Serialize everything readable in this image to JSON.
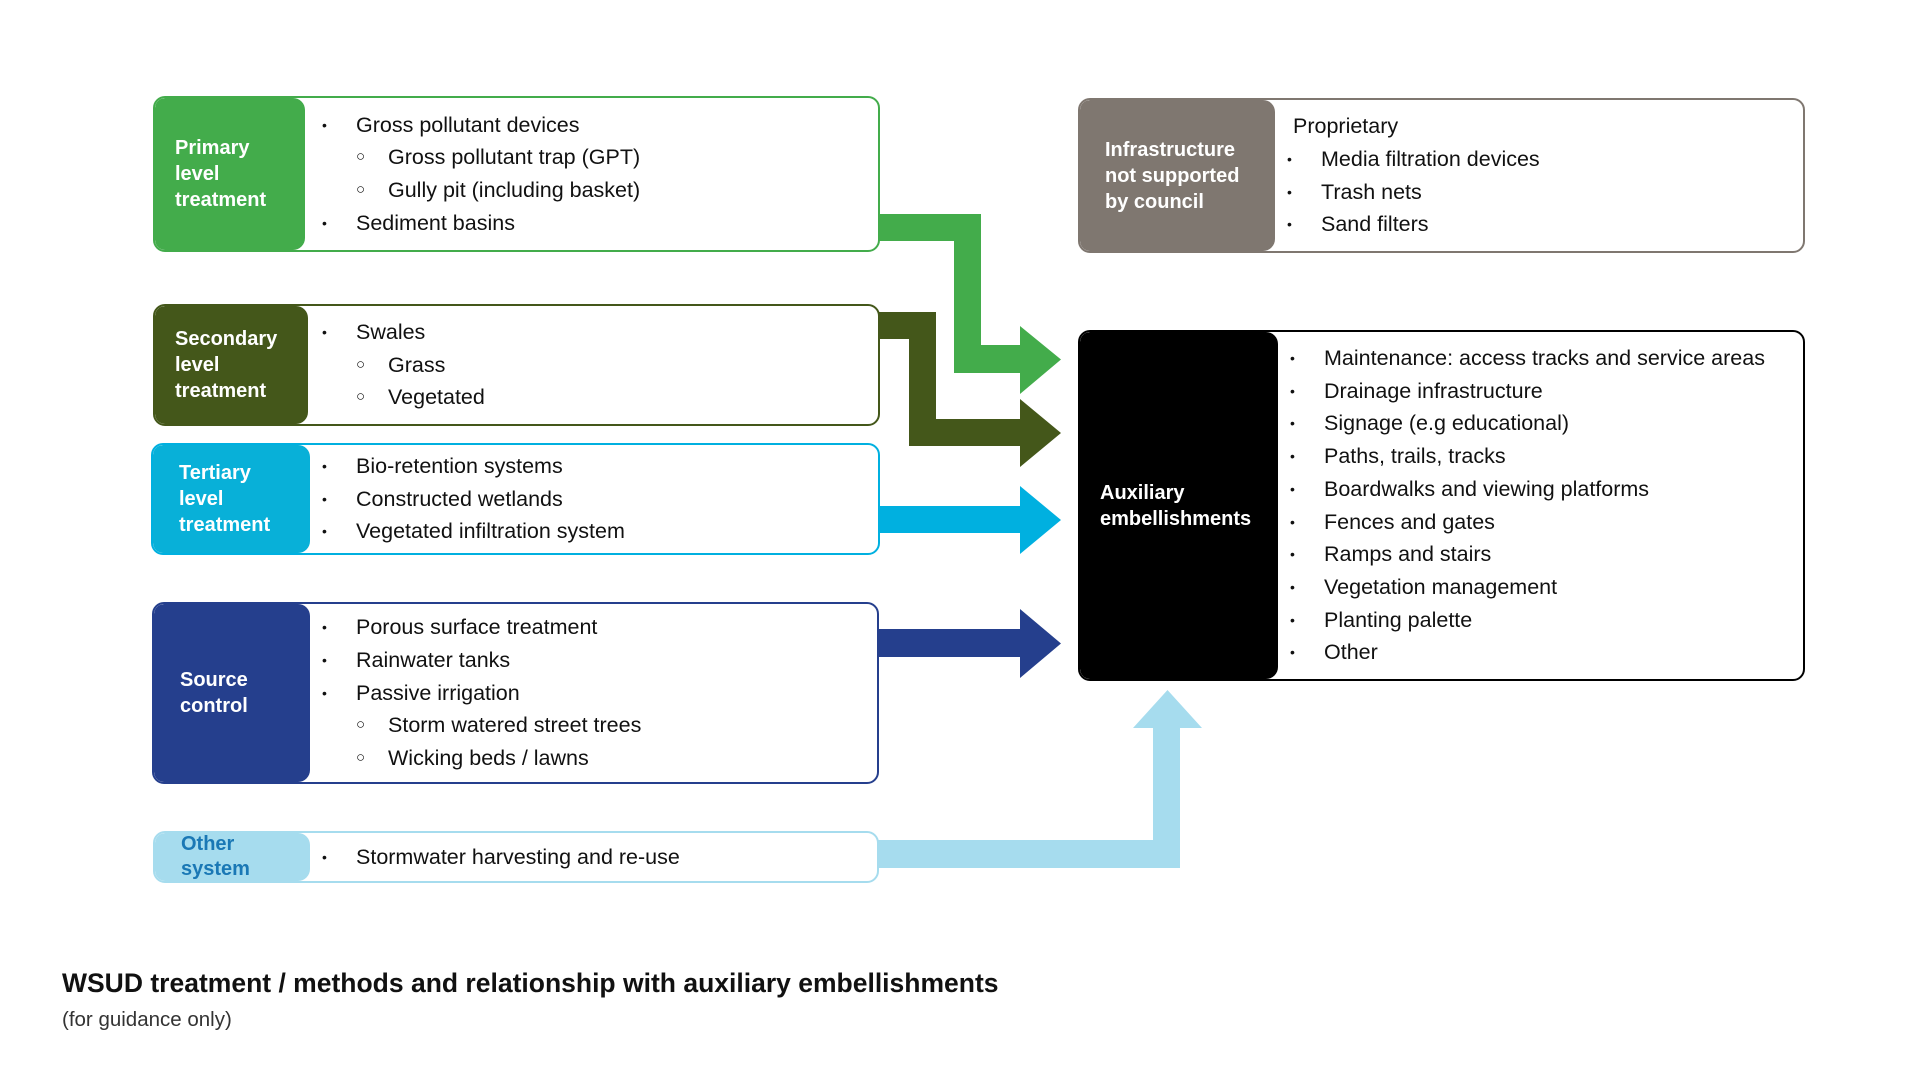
{
  "colors": {
    "primary": "#43ac4b",
    "secondary": "#44571a",
    "tertiary": "#00b0e0",
    "tertiary_label": "#08b0d8",
    "source": "#253f8d",
    "other": "#a6dcee",
    "other_text": "#1a78b5",
    "infrastructure": "#7f7770",
    "auxiliary": "#000000"
  },
  "boxes": {
    "primary": {
      "label": "Primary\nlevel\ntreatment",
      "items": [
        {
          "text": "Gross pollutant devices",
          "level": 1
        },
        {
          "text": "Gross pollutant trap (GPT)",
          "level": 2
        },
        {
          "text": "Gully pit (including basket)",
          "level": 2
        },
        {
          "text": "Sediment basins",
          "level": 1
        }
      ]
    },
    "secondary": {
      "label": "Secondary\nlevel\ntreatment",
      "items": [
        {
          "text": "Swales",
          "level": 1
        },
        {
          "text": "Grass",
          "level": 2
        },
        {
          "text": "Vegetated",
          "level": 2
        }
      ]
    },
    "tertiary": {
      "label": "Tertiary\nlevel\ntreatment",
      "items": [
        {
          "text": "Bio-retention systems",
          "level": 1
        },
        {
          "text": "Constructed wetlands",
          "level": 1
        },
        {
          "text": "Vegetated infiltration system",
          "level": 1
        }
      ]
    },
    "source": {
      "label": "Source\ncontrol",
      "items": [
        {
          "text": "Porous surface treatment",
          "level": 1
        },
        {
          "text": "Rainwater tanks",
          "level": 1
        },
        {
          "text": "Passive irrigation",
          "level": 1
        },
        {
          "text": "Storm watered street trees",
          "level": 2
        },
        {
          "text": "Wicking beds / lawns",
          "level": 2
        }
      ]
    },
    "other": {
      "label": "Other\nsystem",
      "items": [
        {
          "text": "Stormwater harvesting and re-use",
          "level": 1
        }
      ]
    },
    "infrastructure": {
      "label": "Infrastructure\nnot supported\nby council",
      "heading": "Proprietary",
      "items": [
        {
          "text": "Media filtration devices",
          "level": 1
        },
        {
          "text": "Trash nets",
          "level": 1
        },
        {
          "text": "Sand filters",
          "level": 1
        }
      ]
    },
    "auxiliary": {
      "label": "Auxiliary\nembellishments",
      "items": [
        {
          "text": "Maintenance: access tracks and service areas",
          "level": 1
        },
        {
          "text": "Drainage infrastructure",
          "level": 1
        },
        {
          "text": "Signage (e.g educational)",
          "level": 1
        },
        {
          "text": "Paths, trails, tracks",
          "level": 1
        },
        {
          "text": "Boardwalks and viewing platforms",
          "level": 1
        },
        {
          "text": "Fences and gates",
          "level": 1
        },
        {
          "text": "Ramps and stairs",
          "level": 1
        },
        {
          "text": "Vegetation management",
          "level": 1
        },
        {
          "text": "Planting palette",
          "level": 1
        },
        {
          "text": "Other",
          "level": 1
        }
      ]
    }
  },
  "markers": {
    "bullet": "•",
    "sub_bullet": "○"
  },
  "caption": {
    "title": "WSUD treatment / methods and relationship with auxiliary embellishments",
    "subtitle": "(for guidance only)"
  }
}
